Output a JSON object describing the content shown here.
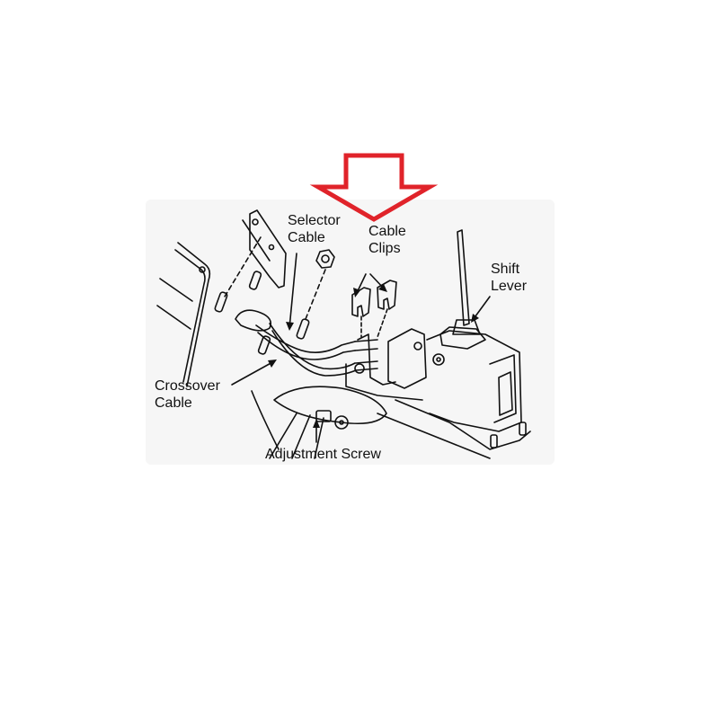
{
  "diagram": {
    "indicator": {
      "shape": "down-arrow-outline",
      "color": "#e0232a"
    },
    "labels": {
      "selector_cable": "Selector\nCable",
      "cable_clips": "Cable\nClips",
      "shift_lever": "Shift\nLever",
      "crossover_cable": "Crossover\nCable",
      "adjustment_screw": "Adjustment Screw"
    },
    "colors": {
      "line": "#111111",
      "panel": "#f6f6f6",
      "background": "#ffffff"
    }
  }
}
